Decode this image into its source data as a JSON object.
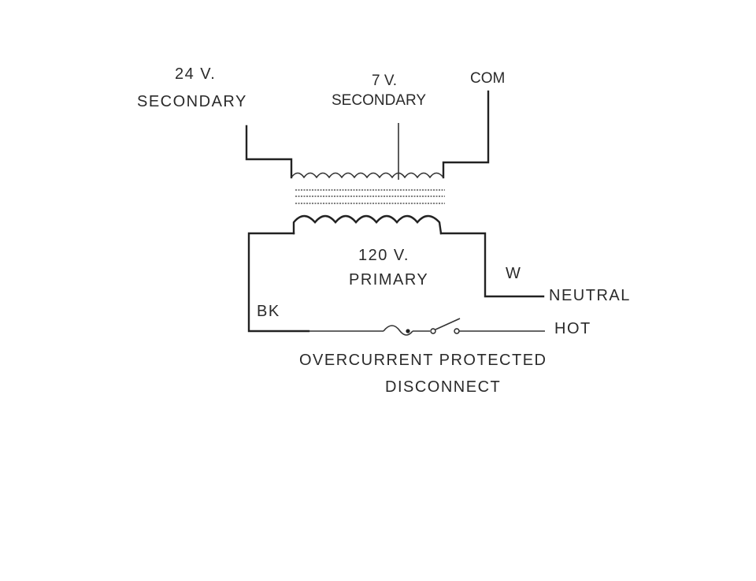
{
  "labels": {
    "sec24_value": "24 V.",
    "sec24_name": "SECONDARY",
    "sec7_value": "7 V.",
    "sec7_name": "SECONDARY",
    "com": "COM",
    "primary_value": "120 V.",
    "primary_name": "PRIMARY",
    "w": "W",
    "bk": "BK",
    "neutral": "NEUTRAL",
    "hot": "HOT",
    "disconnect_line1": "OVERCURRENT  PROTECTED",
    "disconnect_line2": "DISCONNECT"
  }
}
